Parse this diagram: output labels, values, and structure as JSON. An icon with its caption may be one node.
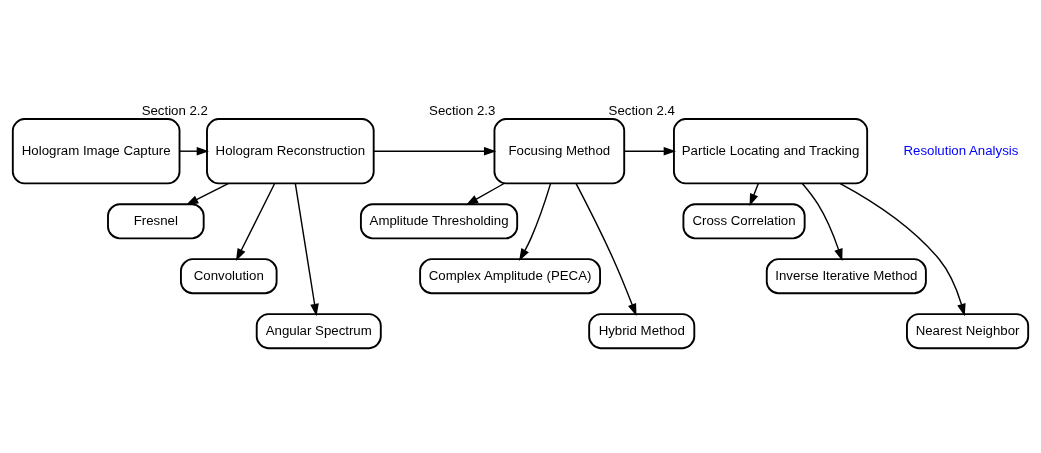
{
  "diagram": {
    "nodes": [
      {
        "text": [
          "Hologram Image Capture"
        ]
      },
      {
        "text": [
          "Hologram Reconstruction"
        ],
        "beside": [
          "Section 2.2"
        ]
      },
      {
        "text": [
          "Focusing Method"
        ],
        "beside": [
          "Section 2.3"
        ]
      },
      {
        "text": [
          "Particle Locating and Tracking"
        ],
        "beside": [
          "Section 2.4"
        ]
      },
      {
        "text": [
          "Fresnel"
        ]
      },
      {
        "text": [
          "Convolution"
        ]
      },
      {
        "text": [
          "Angular Spectrum"
        ]
      },
      {
        "text": [
          "Amplitude Thresholding"
        ]
      },
      {
        "text": [
          "Complex Amplitude (PECA)"
        ]
      },
      {
        "text": [
          "Hybrid Method"
        ]
      },
      {
        "text": [
          "Cross Correlation"
        ]
      },
      {
        "text": [
          "Inverse Iterative Method"
        ]
      },
      {
        "text": [
          "Nearest Neighbor"
        ]
      }
    ],
    "edges": [
      {
        "from": 0,
        "to": 1,
        "arrow": "to"
      },
      {
        "from": 1,
        "to": 2,
        "arrow": "to"
      },
      {
        "from": 2,
        "to": 3,
        "arrow": "to"
      },
      {
        "from": 1,
        "to": 4,
        "arrow": "to"
      },
      {
        "from": 1,
        "to": 5,
        "arrow": "to"
      },
      {
        "from": 1,
        "to": 6,
        "arrow": "to"
      },
      {
        "from": 2,
        "to": 7,
        "arrow": "to"
      },
      {
        "from": 2,
        "to": 8,
        "arrow": "to"
      },
      {
        "from": 2,
        "to": 9,
        "arrow": "to"
      },
      {
        "from": 3,
        "to": 10,
        "arrow": "to"
      },
      {
        "from": 3,
        "to": 11,
        "arrow": "to"
      },
      {
        "from": 3,
        "to": 12,
        "arrow": "to"
      }
    ],
    "legend": [
      {
        "text": "Resolution Analysis",
        "color": "#0000ff"
      }
    ]
  }
}
